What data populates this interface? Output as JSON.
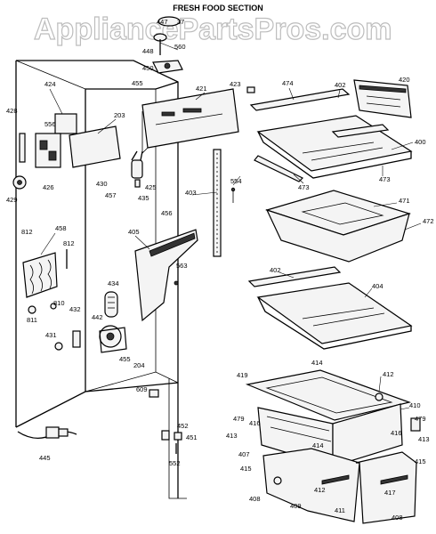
{
  "title": "FRESH FOOD SECTION",
  "watermark": "AppliancePartsPros.com",
  "part_labels": [
    {
      "id": "p447",
      "text": "447"
    },
    {
      "id": "p37",
      "text": "37"
    },
    {
      "id": "p448",
      "text": "448"
    },
    {
      "id": "p560",
      "text": "560"
    },
    {
      "id": "p450",
      "text": "450"
    },
    {
      "id": "p424",
      "text": "424"
    },
    {
      "id": "p455a",
      "text": "455"
    },
    {
      "id": "p421",
      "text": "421"
    },
    {
      "id": "p423",
      "text": "423"
    },
    {
      "id": "p474",
      "text": "474"
    },
    {
      "id": "p402a",
      "text": "402"
    },
    {
      "id": "p420",
      "text": "420"
    },
    {
      "id": "p428",
      "text": "428"
    },
    {
      "id": "p556",
      "text": "556"
    },
    {
      "id": "p203",
      "text": "203"
    },
    {
      "id": "p400",
      "text": "400"
    },
    {
      "id": "p426",
      "text": "426"
    },
    {
      "id": "p425",
      "text": "425"
    },
    {
      "id": "p435",
      "text": "435"
    },
    {
      "id": "p473a",
      "text": "473"
    },
    {
      "id": "p473b",
      "text": "473"
    },
    {
      "id": "p429",
      "text": "429"
    },
    {
      "id": "p430",
      "text": "430"
    },
    {
      "id": "p457",
      "text": "457"
    },
    {
      "id": "p403",
      "text": "403"
    },
    {
      "id": "p554",
      "text": "554"
    },
    {
      "id": "p471",
      "text": "471"
    },
    {
      "id": "p456",
      "text": "456"
    },
    {
      "id": "p458",
      "text": "458"
    },
    {
      "id": "p472",
      "text": "472"
    },
    {
      "id": "p812a",
      "text": "812"
    },
    {
      "id": "p812b",
      "text": "812"
    },
    {
      "id": "p405",
      "text": "405"
    },
    {
      "id": "p563",
      "text": "563"
    },
    {
      "id": "p402b",
      "text": "402"
    },
    {
      "id": "p404",
      "text": "404"
    },
    {
      "id": "p434",
      "text": "434"
    },
    {
      "id": "p810",
      "text": "810"
    },
    {
      "id": "p811",
      "text": "811"
    },
    {
      "id": "p432",
      "text": "432"
    },
    {
      "id": "p442",
      "text": "442"
    },
    {
      "id": "p431",
      "text": "431"
    },
    {
      "id": "p455b",
      "text": "455"
    },
    {
      "id": "p204",
      "text": "204"
    },
    {
      "id": "p414a",
      "text": "414"
    },
    {
      "id": "p419",
      "text": "419"
    },
    {
      "id": "p412a",
      "text": "412"
    },
    {
      "id": "p410",
      "text": "410"
    },
    {
      "id": "p609",
      "text": "609"
    },
    {
      "id": "p479a",
      "text": "479"
    },
    {
      "id": "p416a",
      "text": "416"
    },
    {
      "id": "p479b",
      "text": "479"
    },
    {
      "id": "p452",
      "text": "452"
    },
    {
      "id": "p451",
      "text": "451"
    },
    {
      "id": "p413a",
      "text": "413"
    },
    {
      "id": "p416b",
      "text": "416"
    },
    {
      "id": "p413b",
      "text": "413"
    },
    {
      "id": "p407",
      "text": "407"
    },
    {
      "id": "p414b",
      "text": "414"
    },
    {
      "id": "p415a",
      "text": "415"
    },
    {
      "id": "p415b",
      "text": "415"
    },
    {
      "id": "p445",
      "text": "445"
    },
    {
      "id": "p552",
      "text": "552"
    },
    {
      "id": "p412b",
      "text": "412"
    },
    {
      "id": "p417",
      "text": "417"
    },
    {
      "id": "p408a",
      "text": "408"
    },
    {
      "id": "p409",
      "text": "409"
    },
    {
      "id": "p411",
      "text": "411"
    },
    {
      "id": "p408b",
      "text": "408"
    }
  ]
}
